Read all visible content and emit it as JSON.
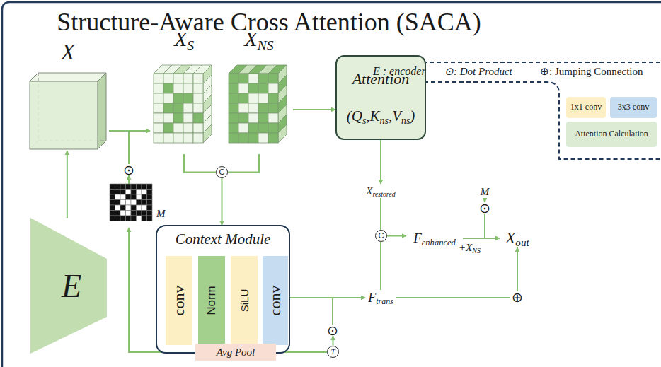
{
  "diagram": {
    "title": "Structure-Aware Cross Attention (SACA)",
    "nodes": [
      {
        "text": [
          "E"
        ]
      },
      {
        "text": [
          "X"
        ]
      },
      {
        "text": [
          "M"
        ]
      },
      {
        "text": [
          "⊙"
        ]
      },
      {
        "text": [
          "XS"
        ]
      },
      {
        "text": [
          "XNS"
        ]
      },
      {
        "text": [
          "C"
        ]
      },
      {
        "text": [
          "Attention",
          "(Qs,Kns,Vns)"
        ]
      },
      {
        "text": [
          "Context Module"
        ]
      },
      {
        "text": [
          "conv"
        ],
        "in": 8
      },
      {
        "text": [
          "Norm"
        ],
        "in": 8
      },
      {
        "text": [
          "SiLU"
        ],
        "in": 8
      },
      {
        "text": [
          "conv"
        ],
        "in": 8
      },
      {
        "text": [
          "Xrestored"
        ]
      },
      {
        "text": [
          "C"
        ]
      },
      {
        "text": [
          "Fenhanced"
        ]
      },
      {
        "text": [
          "M"
        ]
      },
      {
        "text": [
          "⊙"
        ]
      },
      {
        "text": [
          "Xout"
        ]
      },
      {
        "text": [
          "Ftrans"
        ]
      },
      {
        "text": [
          "⊕"
        ]
      },
      {
        "text": [
          "Avg Pool"
        ]
      },
      {
        "text": [
          "T"
        ]
      },
      {
        "text": [
          "⊙"
        ]
      }
    ],
    "edges": [
      {
        "from": 0,
        "to": 1,
        "arrow": "to"
      },
      {
        "from": 1,
        "to": 4,
        "arrow": "to"
      },
      {
        "from": 3,
        "to": 4,
        "arrow": "to"
      },
      {
        "from": 2,
        "to": 3,
        "arrow": "to"
      },
      {
        "from": 21,
        "to": 2,
        "arrow": "to"
      },
      {
        "from": 4,
        "to": 6,
        "arrow": "none"
      },
      {
        "from": 5,
        "to": 6,
        "arrow": "none"
      },
      {
        "from": 6,
        "to": 8,
        "arrow": "to"
      },
      {
        "from": 5,
        "to": 7,
        "arrow": "to"
      },
      {
        "from": 7,
        "to": 13,
        "arrow": "to"
      },
      {
        "from": 13,
        "to": 14,
        "arrow": "none"
      },
      {
        "from": 19,
        "to": 14,
        "arrow": "none"
      },
      {
        "from": 14,
        "to": 15,
        "arrow": "to"
      },
      {
        "from": 15,
        "to": 18,
        "arrow": "to"
      },
      {
        "from": 16,
        "to": 17,
        "arrow": "to"
      },
      {
        "from": 17,
        "to": 18,
        "arrow": "to"
      },
      {
        "from": 8,
        "to": 19,
        "arrow": "to"
      },
      {
        "from": 23,
        "to": 19,
        "arrow": "to"
      },
      {
        "from": 22,
        "to": 23,
        "arrow": "to"
      },
      {
        "from": 21,
        "to": 22,
        "arrow": "none"
      },
      {
        "from": 19,
        "to": 20,
        "arrow": "none"
      },
      {
        "from": 20,
        "to": 18,
        "arrow": "to"
      }
    ],
    "labels": [
      "E : encoder",
      "⊙: Dot Product",
      "⊕: Jumping Connection",
      "+XNS"
    ],
    "legend": [
      {
        "text": "1x1 conv",
        "color": "#fdefc4"
      },
      {
        "text": "3x3 conv",
        "color": "#c6dcf1"
      },
      {
        "text": "Attention Calculation",
        "color": "#dcebd3"
      }
    ]
  }
}
